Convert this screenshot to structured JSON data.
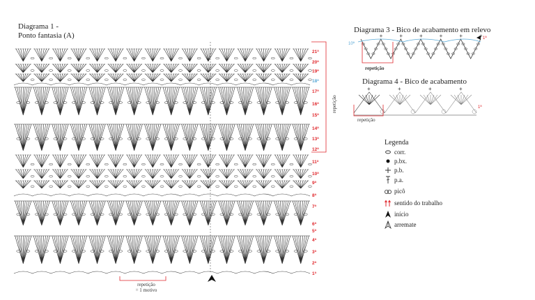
{
  "diagram1": {
    "title_line1": "Diagrama 1 -",
    "title_line2": "Ponto fantasia (A)",
    "rows": [
      "21ª",
      "20ª",
      "19ª",
      "18ª",
      "17ª",
      "16ª",
      "15ª",
      "14ª",
      "13ª",
      "12ª",
      "11ª",
      "10ª",
      "9ª",
      "8ª",
      "7ª",
      "6ª",
      "5ª",
      "4ª",
      "3ª",
      "2ª",
      "1ª"
    ],
    "repeat_bottom_line1": "repetição",
    "repeat_bottom_line2": "= 1 motivo",
    "repeat_side": "repetição"
  },
  "diagram3": {
    "title": "Diagrama 3 - Bico de acabamento em relevo",
    "start_row": "1ª",
    "end_row": "10ª",
    "repeat": "repetição"
  },
  "diagram4": {
    "title": "Diagrama 4 - Bico de acabamento",
    "start_row": "1ª",
    "repeat": "repetição"
  },
  "legend": {
    "title": "Legenda",
    "items": [
      {
        "icon": "chain-oval-icon",
        "label": "corr."
      },
      {
        "icon": "slip-stitch-dot-icon",
        "label": "p.bx."
      },
      {
        "icon": "single-crochet-plus-icon",
        "label": "p.b."
      },
      {
        "icon": "double-crochet-icon",
        "label": "p.a."
      },
      {
        "icon": "picot-icon",
        "label": "picô"
      },
      {
        "icon": "work-direction-arrows-icon",
        "label": "sentido do trabalho"
      },
      {
        "icon": "start-arrow-icon",
        "label": "início"
      },
      {
        "icon": "finish-arrow-icon",
        "label": "arremate"
      }
    ]
  },
  "colors": {
    "ink": "#333333",
    "red": "#e0262b",
    "blue": "#5aa9d6"
  }
}
